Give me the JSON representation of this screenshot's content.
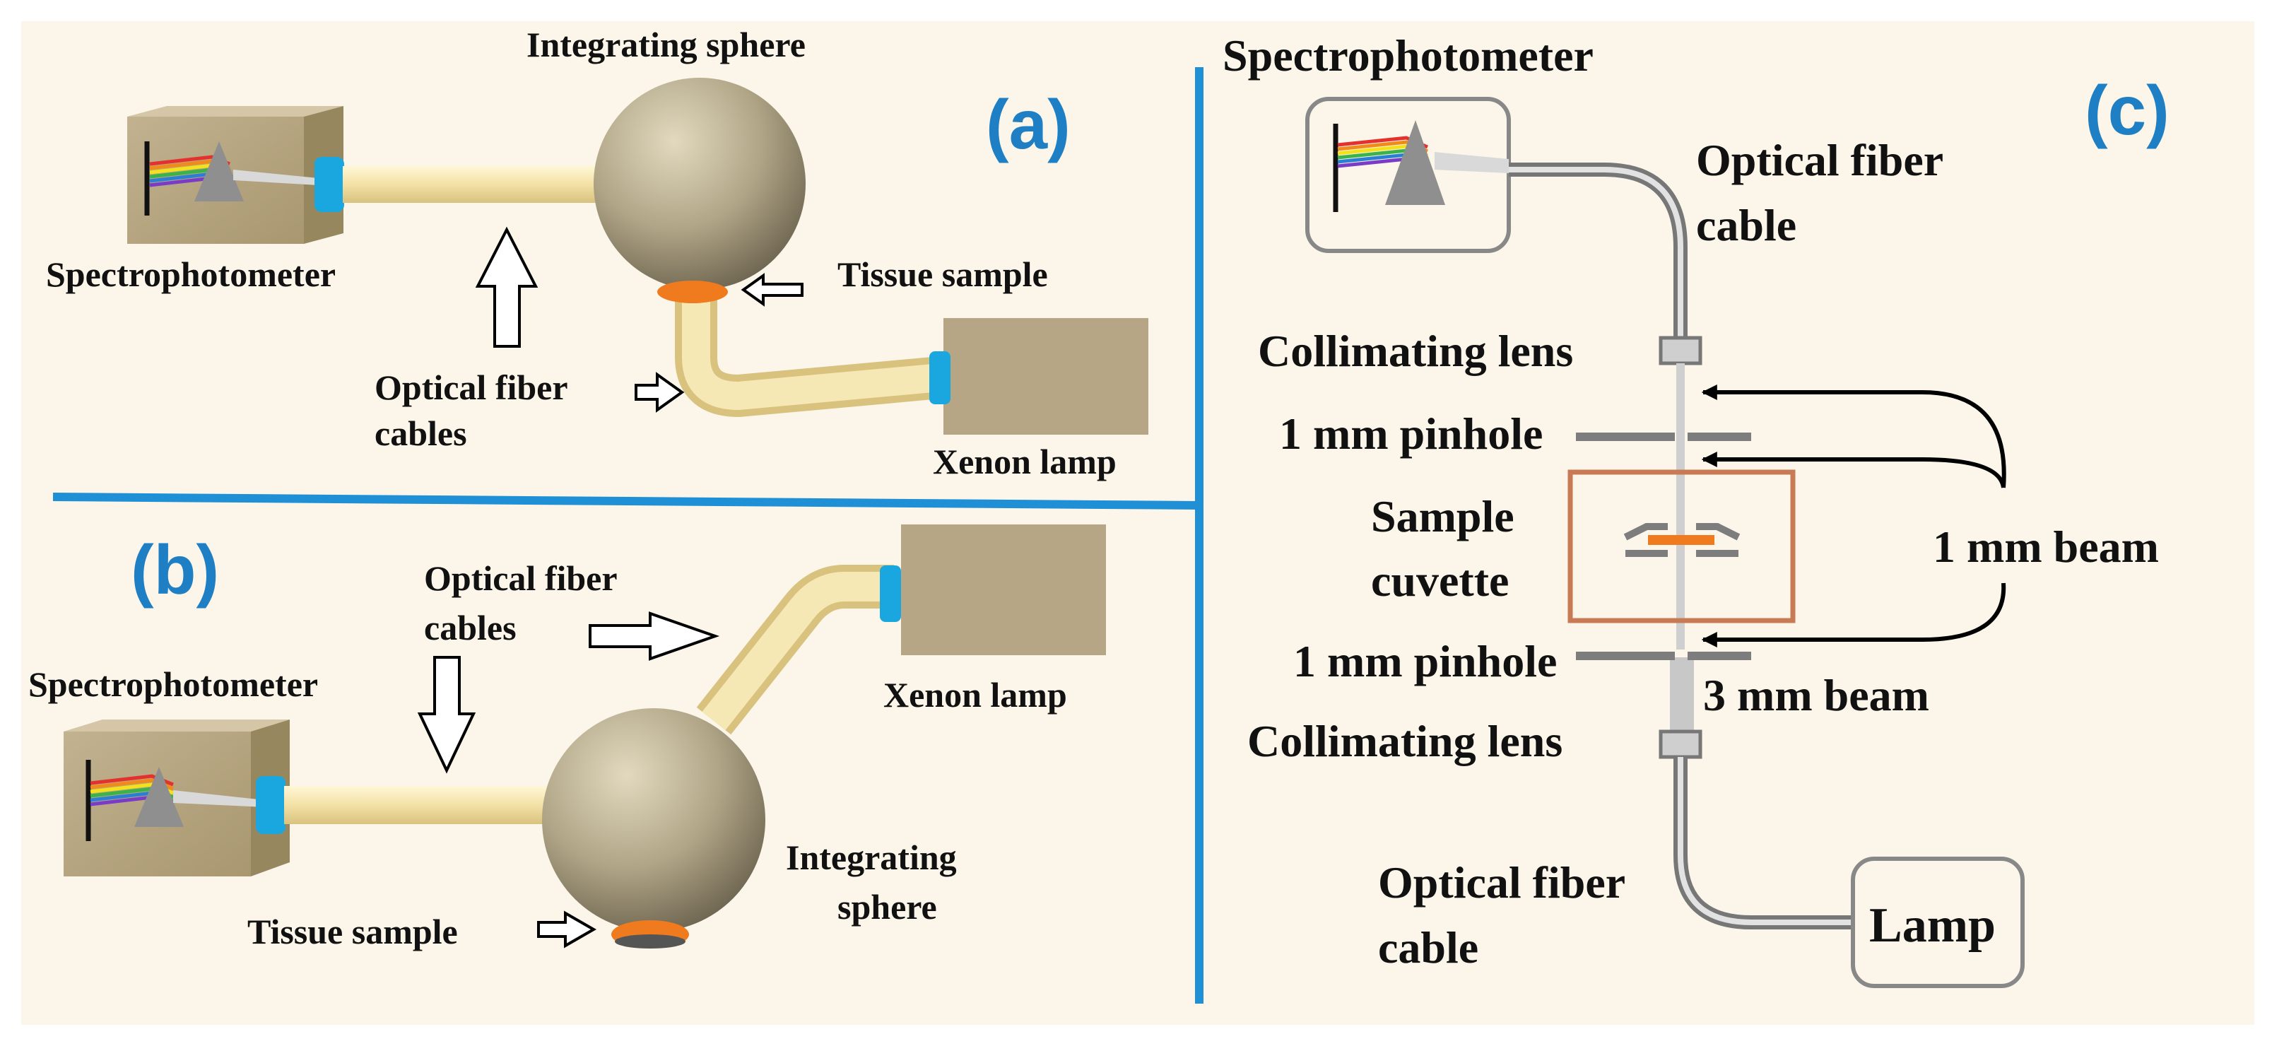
{
  "colors": {
    "background": "#fbf6e9",
    "divider": "#1f8fd6",
    "panel_label": "#1f7fc4",
    "box": "#b6a686",
    "sphere": "#b0a586",
    "fiber": "#f5e6b0",
    "connector": "#1aa7e0",
    "tissue": "#f07a1e",
    "cuvette_frame": "#c87a55"
  },
  "panel_a": {
    "label": "(a)",
    "integrating_sphere": "Integrating sphere",
    "spectrophotometer": "Spectrophotometer",
    "tissue_sample": "Tissue sample",
    "optical_fiber_line1": "Optical fiber",
    "optical_fiber_line2": "cables",
    "xenon_lamp": "Xenon lamp"
  },
  "panel_b": {
    "label": "(b)",
    "optical_fiber_line1": "Optical fiber",
    "optical_fiber_line2": "cables",
    "spectrophotometer": "Spectrophotometer",
    "xenon_lamp": "Xenon lamp",
    "integrating_line1": "Integrating",
    "integrating_line2": "sphere",
    "tissue_sample": "Tissue sample"
  },
  "panel_c": {
    "label": "(c)",
    "spectrophotometer": "Spectrophotometer",
    "optical_fiber_top_line1": "Optical fiber",
    "optical_fiber_top_line2": "cable",
    "collimating_lens_top": "Collimating lens",
    "pinhole_top": "1 mm pinhole",
    "sample_line1": "Sample",
    "sample_line2": "cuvette",
    "beam_1mm": "1 mm beam",
    "pinhole_bottom": "1 mm pinhole",
    "beam_3mm": "3 mm beam",
    "collimating_lens_bottom": "Collimating lens",
    "optical_fiber_bottom_line1": "Optical fiber",
    "optical_fiber_bottom_line2": "cable",
    "lamp": "Lamp"
  }
}
